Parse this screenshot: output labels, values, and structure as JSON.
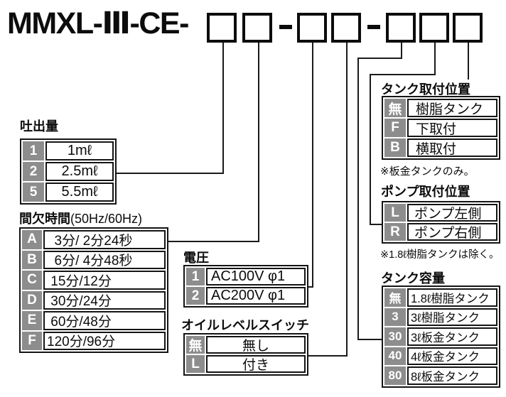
{
  "header": {
    "model_prefix": "MMXL-Ⅲ-CE-",
    "box_groups": [
      2,
      2,
      3
    ],
    "group_separator": "-"
  },
  "sections": {
    "discharge": {
      "title": "吐出量",
      "rows": [
        {
          "key": "1",
          "value": "1mℓ"
        },
        {
          "key": "2",
          "value": "2.5mℓ"
        },
        {
          "key": "5",
          "value": "5.5mℓ"
        }
      ]
    },
    "interval": {
      "title": "間欠時間",
      "title_suffix": "(50Hz/60Hz)",
      "rows": [
        {
          "key": "A",
          "value": "  3分/ 2分24秒"
        },
        {
          "key": "B",
          "value": "  6分/ 4分48秒"
        },
        {
          "key": "C",
          "value": " 15分/12分"
        },
        {
          "key": "D",
          "value": " 30分/24分"
        },
        {
          "key": "E",
          "value": " 60分/48分"
        },
        {
          "key": "F",
          "value": "120分/96分"
        }
      ]
    },
    "voltage": {
      "title": "電圧",
      "rows": [
        {
          "key": "1",
          "value": "AC100V φ1"
        },
        {
          "key": "2",
          "value": "AC200V φ1"
        }
      ]
    },
    "oil_level_switch": {
      "title": "オイルレベルスイッチ",
      "rows": [
        {
          "key": "無",
          "value": "無し"
        },
        {
          "key": "L",
          "value": "付き"
        }
      ]
    },
    "tank_mount": {
      "title": "タンク取付位置",
      "rows": [
        {
          "key": "無",
          "value": "樹脂タンク"
        },
        {
          "key": "F",
          "value": "下取付"
        },
        {
          "key": "B",
          "value": "横取付"
        }
      ],
      "note": "※板金タンクのみ。"
    },
    "pump_mount": {
      "title": "ポンプ取付位置",
      "rows": [
        {
          "key": "L",
          "value": "ポンプ左側"
        },
        {
          "key": "R",
          "value": "ポンプ右側"
        }
      ],
      "note": "※1.8ℓ樹脂タンクは除く。"
    },
    "tank_capacity": {
      "title": "タンク容量",
      "rows": [
        {
          "key": "無",
          "value": "1.8ℓ樹脂タンク"
        },
        {
          "key": "3",
          "value": "3ℓ樹脂タンク"
        },
        {
          "key": "30",
          "value": "3ℓ板金タンク"
        },
        {
          "key": "40",
          "value": "4ℓ板金タンク"
        },
        {
          "key": "80",
          "value": "8ℓ板金タンク"
        }
      ]
    }
  },
  "colors": {
    "key_cell_bg": "#8d8d8d",
    "key_cell_text": "#ffffff",
    "border": "#141414",
    "line": "#1a1a1a",
    "background": "#ffffff"
  }
}
